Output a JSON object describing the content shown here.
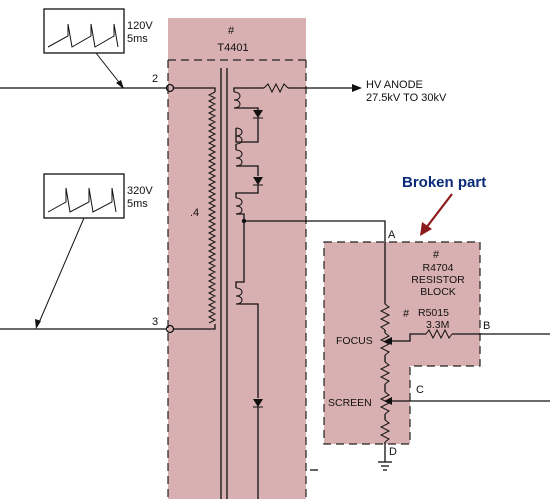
{
  "transformer": {
    "symbol": "#",
    "ref": "T4401",
    "core_label": ".4"
  },
  "waveform_top": {
    "voltage": "120V",
    "period": "5ms"
  },
  "waveform_bottom": {
    "voltage": "320V",
    "period": "5ms"
  },
  "pins": {
    "pin_top": "2",
    "pin_bottom": "3"
  },
  "hv_anode": {
    "line1": "HV ANODE",
    "line2": "27.5kV TO 30kV"
  },
  "callout": {
    "text": "Broken part",
    "color": "#0a2a7a",
    "arrow_color": "#8b1a1a"
  },
  "block": {
    "symbol": "#",
    "ref": "R4704",
    "line2": "RESISTOR",
    "line3": "BLOCK",
    "sub_symbol": "#",
    "sub_ref": "R5015",
    "sub_value": "3.3M",
    "focus_label": "FOCUS",
    "screen_label": "SCREEN"
  },
  "nodes": {
    "a": "A",
    "b": "B",
    "c": "C",
    "d": "D"
  },
  "colors": {
    "shade": "#d9b0b2",
    "ink": "#111111"
  }
}
